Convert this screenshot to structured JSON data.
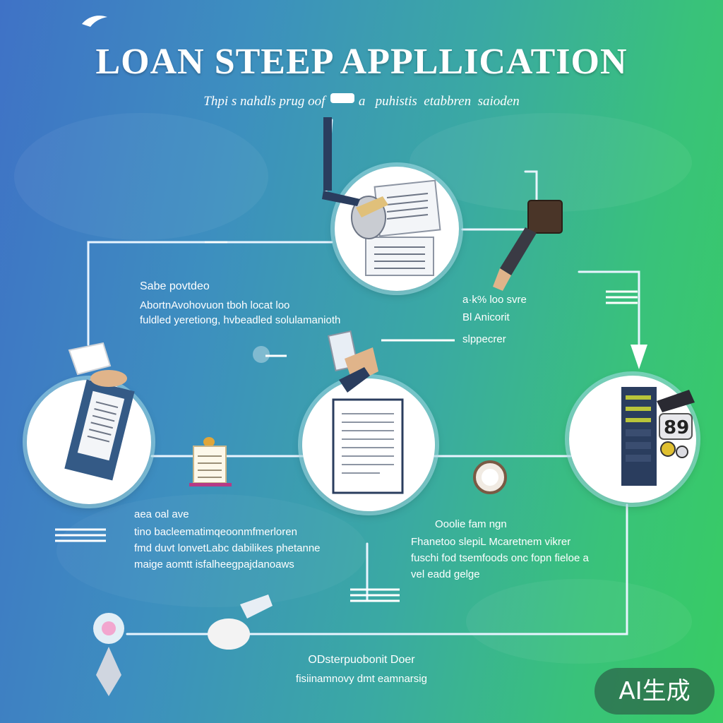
{
  "header": {
    "title": "LOAN STEEP APPLLICATION",
    "subtitle": "Thpi s nahdls prug oof          a   puhistis  etabbren  saioden"
  },
  "steps": [
    {
      "id": "step-top",
      "icon": "documents-hand-icon",
      "lines": [
        "a·k%  loo svre",
        "Bl  Anicorit",
        "slppecrer"
      ]
    },
    {
      "id": "step-left",
      "icon": "clipboard-document-icon",
      "lines": [
        "Sabe  povtdeo",
        "AbortnAvohovuon  tboh locat loo",
        "fuldled  yeretiong, hvbeadled  solulamanioth"
      ]
    },
    {
      "id": "step-middle",
      "icon": "contract-signing-icon",
      "lines": [
        "aea  oal ave",
        "tino  bacleematimqeoonmfmerloren",
        "fmd  duvt lonvetLabc dabilikes  phetanne",
        "maige aomtt isfalheegpajdanoaws"
      ]
    },
    {
      "id": "step-right",
      "icon": "bank-server-icon",
      "lines": [
        "Ooolie fam  ngn",
        "Fhanetoo slepiL Mcaretnem  vikrer",
        "fuschi fod  tsemfoods onc fopn fieloe a",
        "vel eadd  gelge"
      ]
    }
  ],
  "bottom": {
    "lines": [
      "ODsterpuobonit  Doer",
      "fisiinamnovy  dmt  eamnarsig"
    ]
  },
  "watermark": "AI生成",
  "colors": {
    "gradient_start": "#3f72c6",
    "gradient_end": "#38cc63",
    "node_ring": "#aae1eb",
    "line": "#e8f4ff"
  }
}
